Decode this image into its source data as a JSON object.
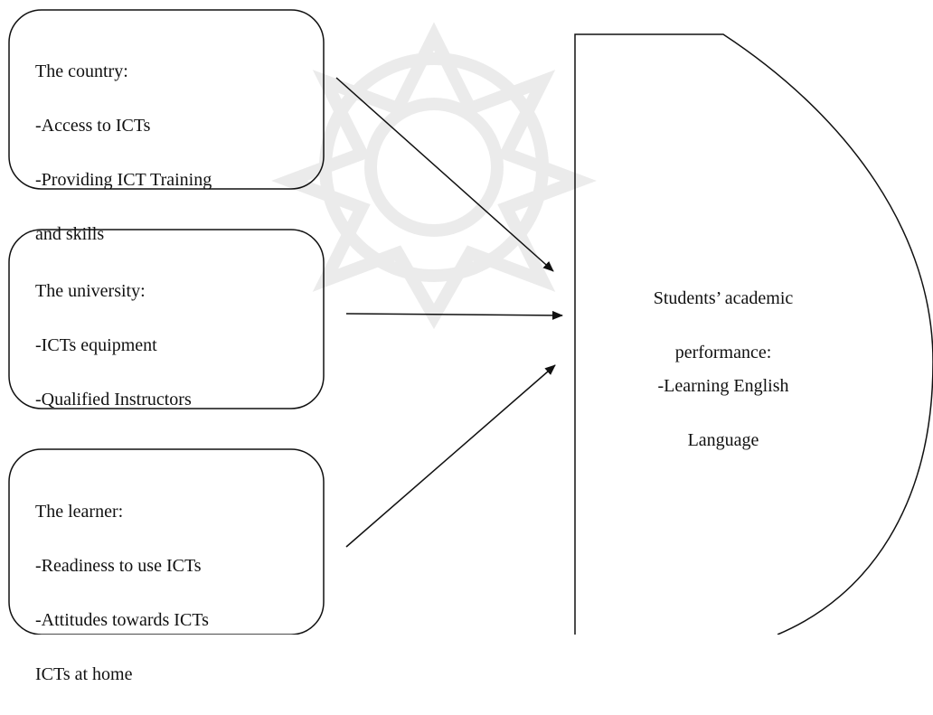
{
  "factors": [
    {
      "heading": "The country:",
      "lines": [
        "-Access to ICTs",
        "-Providing ICT Training",
        "and skills"
      ]
    },
    {
      "heading": "The university:",
      "lines": [
        "-ICTs equipment",
        "-Qualified Instructors"
      ]
    },
    {
      "heading": "The learner:",
      "lines": [
        "-Readiness to use ICTs",
        "-Attitudes towards ICTs",
        "ICTs at home"
      ]
    }
  ],
  "outcome": {
    "heading_line1": "Students’ academic",
    "heading_line2": "performance:",
    "item_line1": "-Learning English",
    "item_line2": "Language"
  },
  "colors": {
    "stroke": "#111111",
    "watermark": "#d9d9d9"
  }
}
